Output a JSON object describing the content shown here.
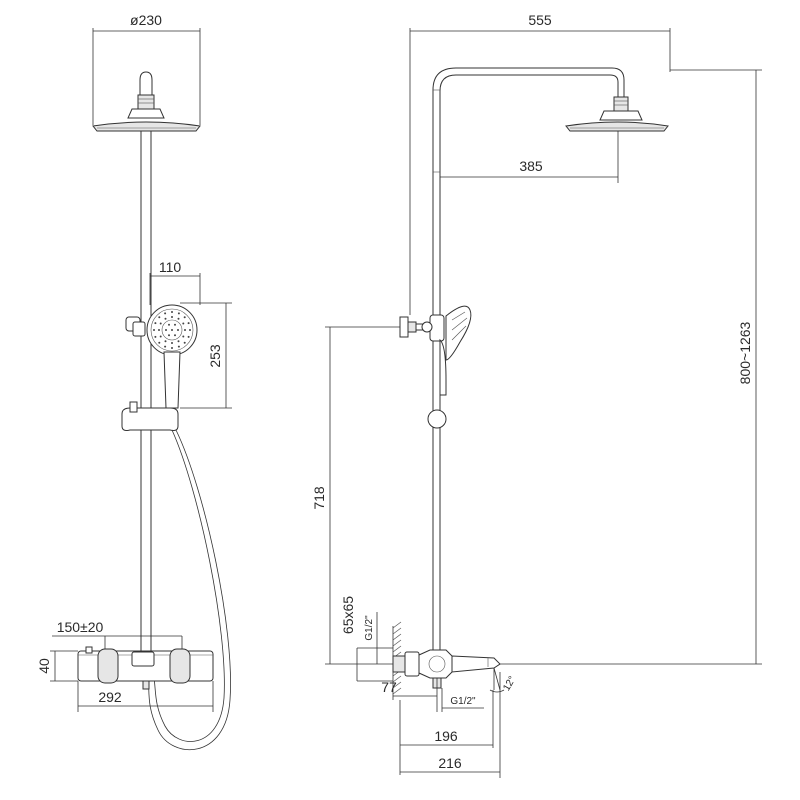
{
  "front_view": {
    "head_diameter": "ø230",
    "hand_shower_width": "110",
    "hand_shower_height": "253",
    "inlet_spacing": "150±20",
    "mixer_height": "40",
    "mixer_width": "292"
  },
  "side_view": {
    "arm_total": "555",
    "arm_reach": "385",
    "height_range": "800~1263",
    "bracket_height": "718",
    "wall_box": "65x65",
    "thread_top": "G1/2\"",
    "thread_bottom": "G1/2\"",
    "projection": "77",
    "spout_angle": "12°",
    "spout_length_1": "196",
    "spout_length_2": "216"
  }
}
